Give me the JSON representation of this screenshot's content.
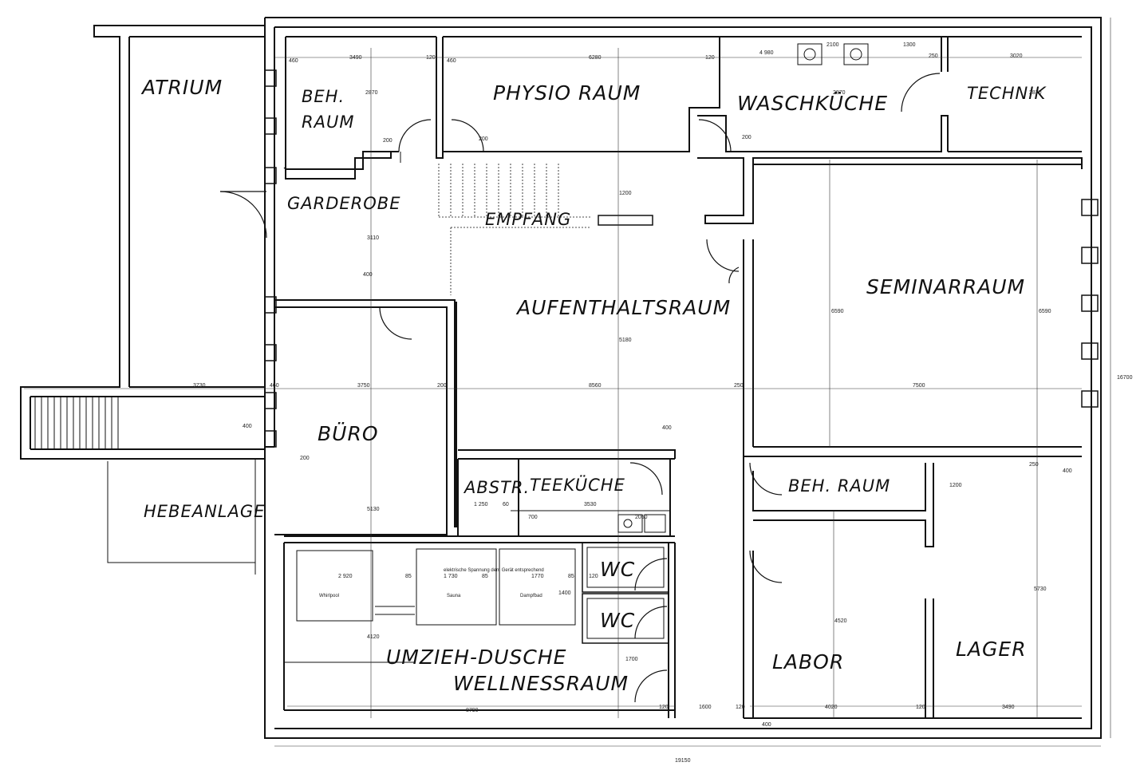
{
  "rooms": {
    "atrium": "ATRIUM",
    "beh_raum_1": "BEH.",
    "beh_raum_1b": "RAUM",
    "physioraum": "PHYSIO RAUM",
    "waschkueche": "WASCHKÜCHE",
    "technik": "TECHNIK",
    "garderobe": "GARDEROBE",
    "empfang": "EMPFANG",
    "seminarraum": "SEMINARRAUM",
    "aufenthaltsraum": "AUFENTHALTSRAUM",
    "buero": "BÜRO",
    "hebeanlage": "HEBEANLAGE",
    "abstr": "ABSTR.",
    "teekueche": "TEEKÜCHE",
    "beh_raum_2": "BEH. RAUM",
    "wc_1": "WC",
    "wc_2": "WC",
    "umzieh_dusche": "UMZIEH-DUSCHE",
    "wellnessraum": "WELLNESSRAUM",
    "labor": "LABOR",
    "lager": "LAGER"
  },
  "fixtures": {
    "whirlpool": "Whirlpool",
    "sauna": "Sauna",
    "dampfbad": "Dampfbad",
    "note": "elektrische Spannung dem Gerät entsprechend"
  },
  "dimensions": {
    "d1": "3490",
    "d2": "120",
    "d3": "6280",
    "d4": "120",
    "d5": "4 980",
    "d6": "2100",
    "d7": "1300",
    "d8": "250",
    "d9": "3020",
    "d10": "460",
    "d11": "460",
    "d12": "200",
    "d13": "200",
    "d14": "200",
    "d15": "3730",
    "d16": "460",
    "d17": "3750",
    "d18": "200",
    "d19": "8560",
    "d20": "250",
    "d21": "7500",
    "d22": "16700",
    "d23": "19150",
    "d24": "400",
    "d25": "400",
    "d26": "400",
    "d27": "200",
    "d28": "1 250",
    "d29": "60",
    "d30": "3530",
    "d31": "700",
    "d32": "2 920",
    "d33": "85",
    "d34": "1 730",
    "d35": "85",
    "d36": "1770",
    "d37": "85",
    "d38": "120",
    "d39": "1700",
    "d40": "8790",
    "d41": "120",
    "d42": "1600",
    "d43": "120",
    "d44": "4020",
    "d45": "120",
    "d46": "3490",
    "d47": "400",
    "d48": "2870",
    "d49": "2870",
    "d50": "3110",
    "d51": "5180",
    "d52": "6590",
    "d53": "6590",
    "d54": "5130",
    "d55": "4120",
    "d56": "4520",
    "d57": "5730",
    "d58": "1200",
    "d59": "1200",
    "d60": "250",
    "d61": "400",
    "d62": "2870",
    "d63": "1400",
    "d64": "2050"
  }
}
